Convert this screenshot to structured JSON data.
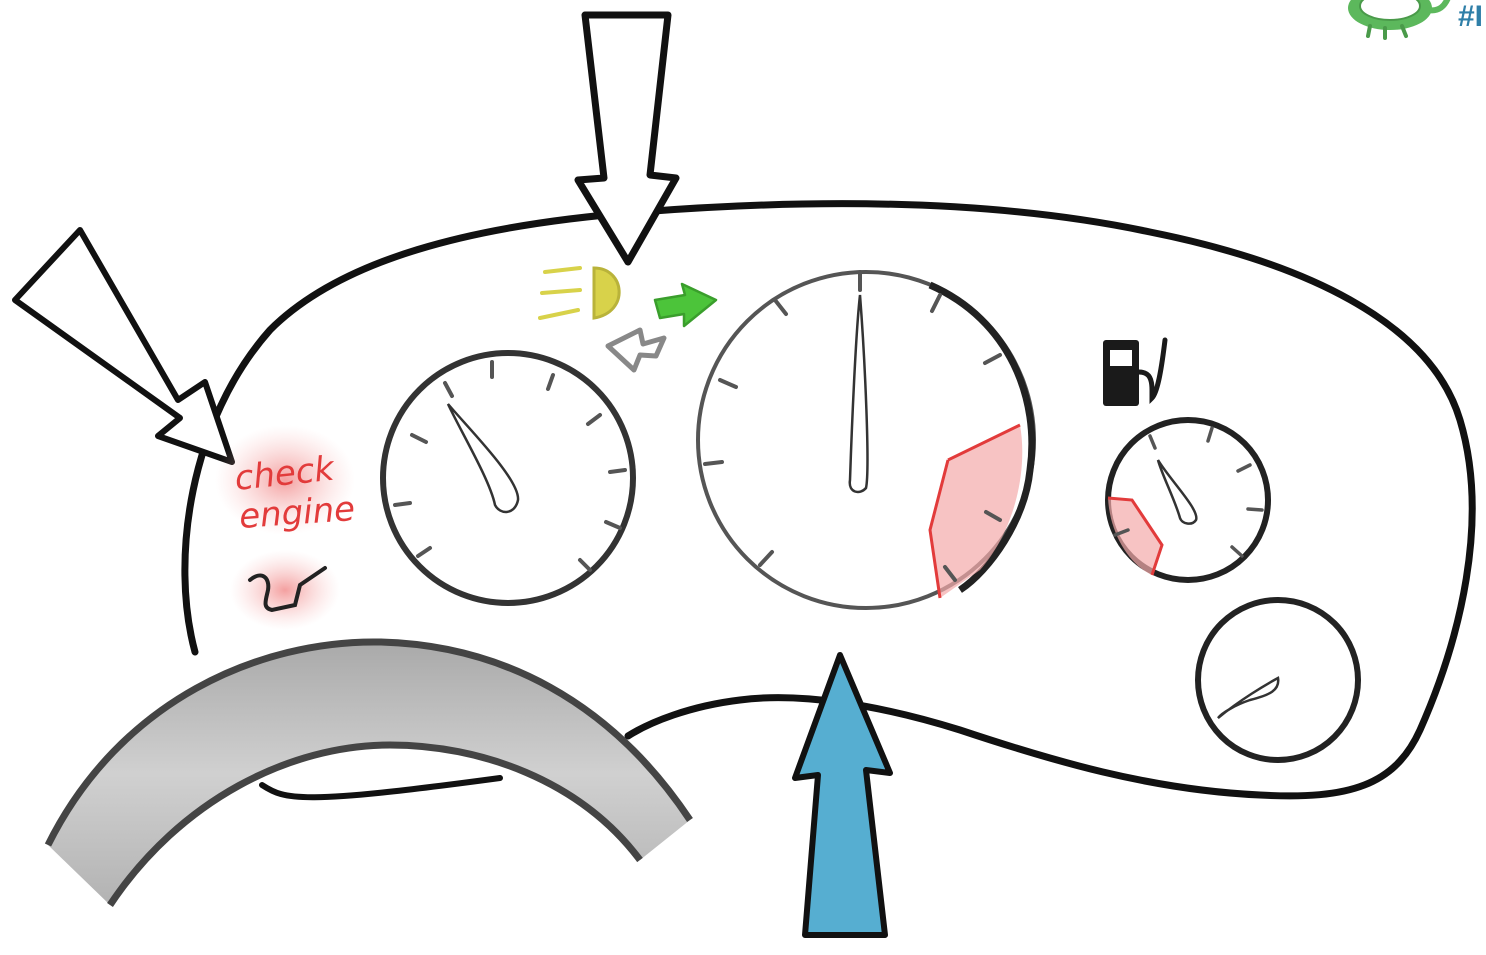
{
  "labels": {
    "check": "check",
    "engine": "engine",
    "hashtag": "#I"
  },
  "colors": {
    "ink": "#111111",
    "gauge_ring": "#555555",
    "redline": "#e23b3b",
    "redline_glow": "#f5a6a6",
    "headlight": "#d8d24a",
    "turn_signal": "#4cc43a",
    "blue_arrow": "#56aed1",
    "wheel_fill": "#bdbdbd",
    "brand_green": "#5cb85c",
    "hashtag": "#2f7fa8"
  },
  "icons": [
    "headlight-icon",
    "turn-signal-right-icon",
    "turn-signal-left-icon",
    "fuel-pump-icon",
    "oil-can-icon",
    "mascot-logo"
  ]
}
